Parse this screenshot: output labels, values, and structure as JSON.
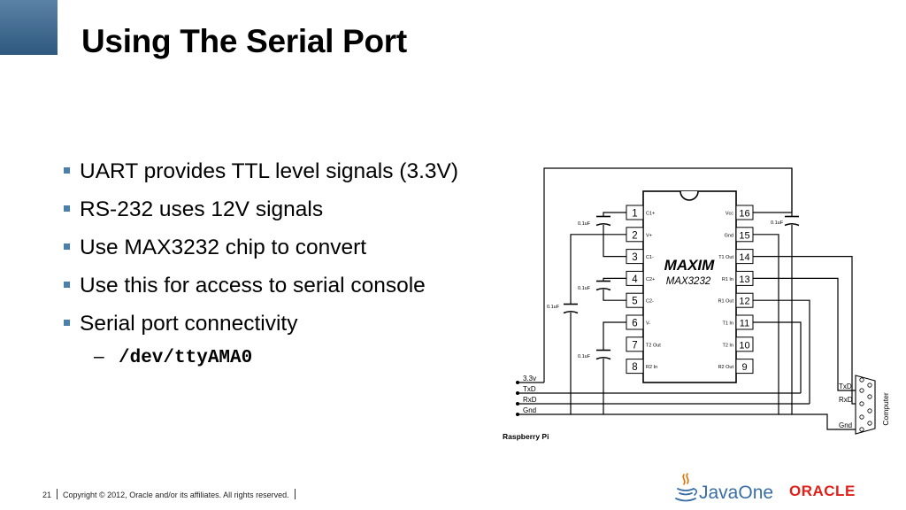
{
  "slide": {
    "title": "Using The Serial Port",
    "bullets": [
      "UART provides TTL level signals (3.3V)",
      "RS-232 uses 12V signals",
      "Use MAX3232 chip to convert",
      "Use this for access to serial console",
      "Serial port connectivity"
    ],
    "sub_bullet": {
      "dash": "–",
      "code": "/dev/ttyAMA0"
    }
  },
  "diagram": {
    "chip_brand": "MAXIM",
    "chip_model": "MAX3232",
    "left_pins": [
      {
        "num": "1",
        "label": "C1+"
      },
      {
        "num": "2",
        "label": "V+"
      },
      {
        "num": "3",
        "label": "C1-"
      },
      {
        "num": "4",
        "label": "C2+"
      },
      {
        "num": "5",
        "label": "C2-"
      },
      {
        "num": "6",
        "label": "V-"
      },
      {
        "num": "7",
        "label": "T2 Out"
      },
      {
        "num": "8",
        "label": "R2 In"
      }
    ],
    "right_pins": [
      {
        "num": "16",
        "label": "Vcc"
      },
      {
        "num": "15",
        "label": "Gnd"
      },
      {
        "num": "14",
        "label": "T1 Out"
      },
      {
        "num": "13",
        "label": "R1 In"
      },
      {
        "num": "12",
        "label": "R1 Out"
      },
      {
        "num": "11",
        "label": "T1 In"
      },
      {
        "num": "10",
        "label": "T2 In"
      },
      {
        "num": "9",
        "label": "R2 Out"
      }
    ],
    "capacitor_label": "0.1uF",
    "pi_signals": [
      "3.3v",
      "TxD",
      "RxD",
      "Gnd"
    ],
    "pi_label": "Raspberry Pi",
    "computer_signals": [
      "TxD",
      "RxD",
      "Gnd"
    ],
    "computer_label": "Computer"
  },
  "footer": {
    "page_number": "21",
    "copyright": "Copyright © 2012, Oracle and/or its affiliates. All rights reserved."
  },
  "logos": {
    "javaone": "JavaOne",
    "oracle": "ORACLE"
  },
  "colors": {
    "corner": "#2f587e",
    "bullet_marker": "#4d7fad",
    "oracle_red": "#e0201b",
    "java_blue": "#3a6ea5",
    "java_orange": "#e76f00"
  }
}
